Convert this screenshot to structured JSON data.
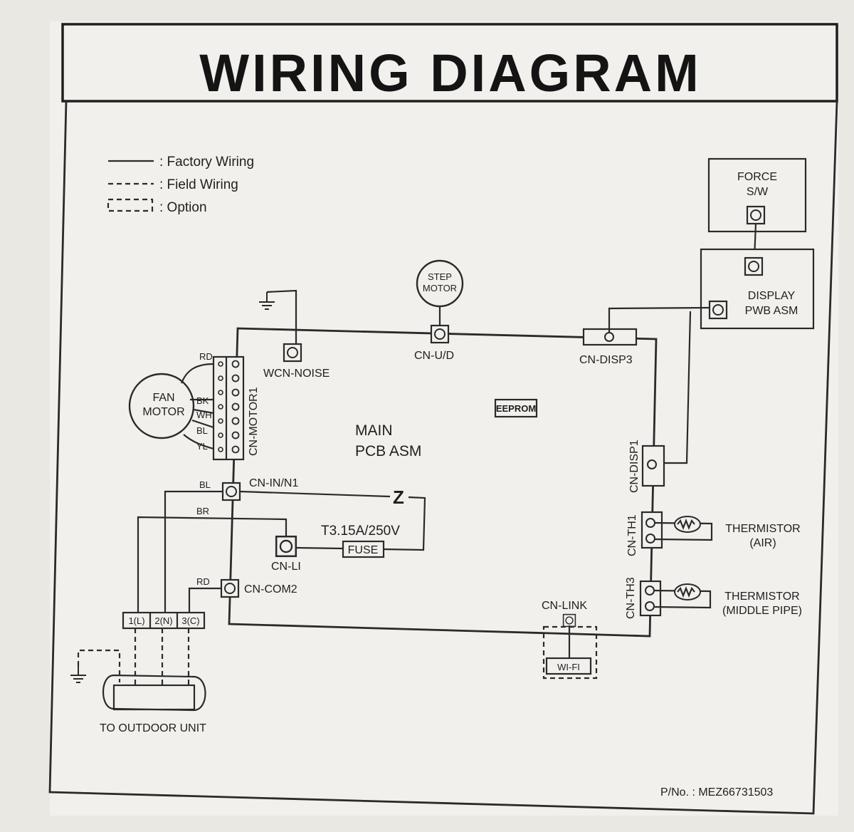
{
  "title": "WIRING DIAGRAM",
  "legend": {
    "factory": ": Factory Wiring",
    "field": ": Field Wiring",
    "option": ": Option"
  },
  "main_pcb": {
    "line1": "MAIN",
    "line2": "PCB ASM"
  },
  "components": {
    "force_sw": {
      "line1": "FORCE",
      "line2": "S/W"
    },
    "display": {
      "line1": "DISPLAY",
      "line2": "PWB ASM"
    },
    "step_motor": {
      "line1": "STEP",
      "line2": "MOTOR"
    },
    "fan_motor": {
      "line1": "FAN",
      "line2": "MOTOR"
    },
    "eeprom": "EEPROM",
    "fuse": "FUSE",
    "fuse_rating": "T3.15A/250V",
    "wifi": "WI-FI",
    "thermistor_air": {
      "line1": "THERMISTOR",
      "line2": "(AIR)"
    },
    "thermistor_pipe": {
      "line1": "THERMISTOR",
      "line2": "(MIDDLE PIPE)"
    },
    "noise_filter": "Z"
  },
  "connectors": {
    "wcn_noise": "WCN-NOISE",
    "cn_ud": "CN-U/D",
    "cn_disp3": "CN-DISP3",
    "cn_motor1": "CN-MOTOR1",
    "cn_in_n1": "CN-IN/N1",
    "cn_li": "CN-LI",
    "cn_com2": "CN-COM2",
    "cn_link": "CN-LINK",
    "cn_disp1": "CN-DISP1",
    "cn_th1": "CN-TH1",
    "cn_th3": "CN-TH3"
  },
  "wire_colors": {
    "motor": [
      "RD",
      "BK",
      "WH",
      "BL",
      "YL"
    ],
    "in_n1": "BL",
    "li": "BR",
    "com2": "RD"
  },
  "terminals": [
    "1(L)",
    "2(N)",
    "3(C)"
  ],
  "outdoor": "TO OUTDOOR UNIT",
  "part_number": "P/No. : MEZ66731503",
  "colors": {
    "line": "#2a2a2a",
    "paper": "#f1f0ec",
    "background": "#e9e8e3"
  }
}
